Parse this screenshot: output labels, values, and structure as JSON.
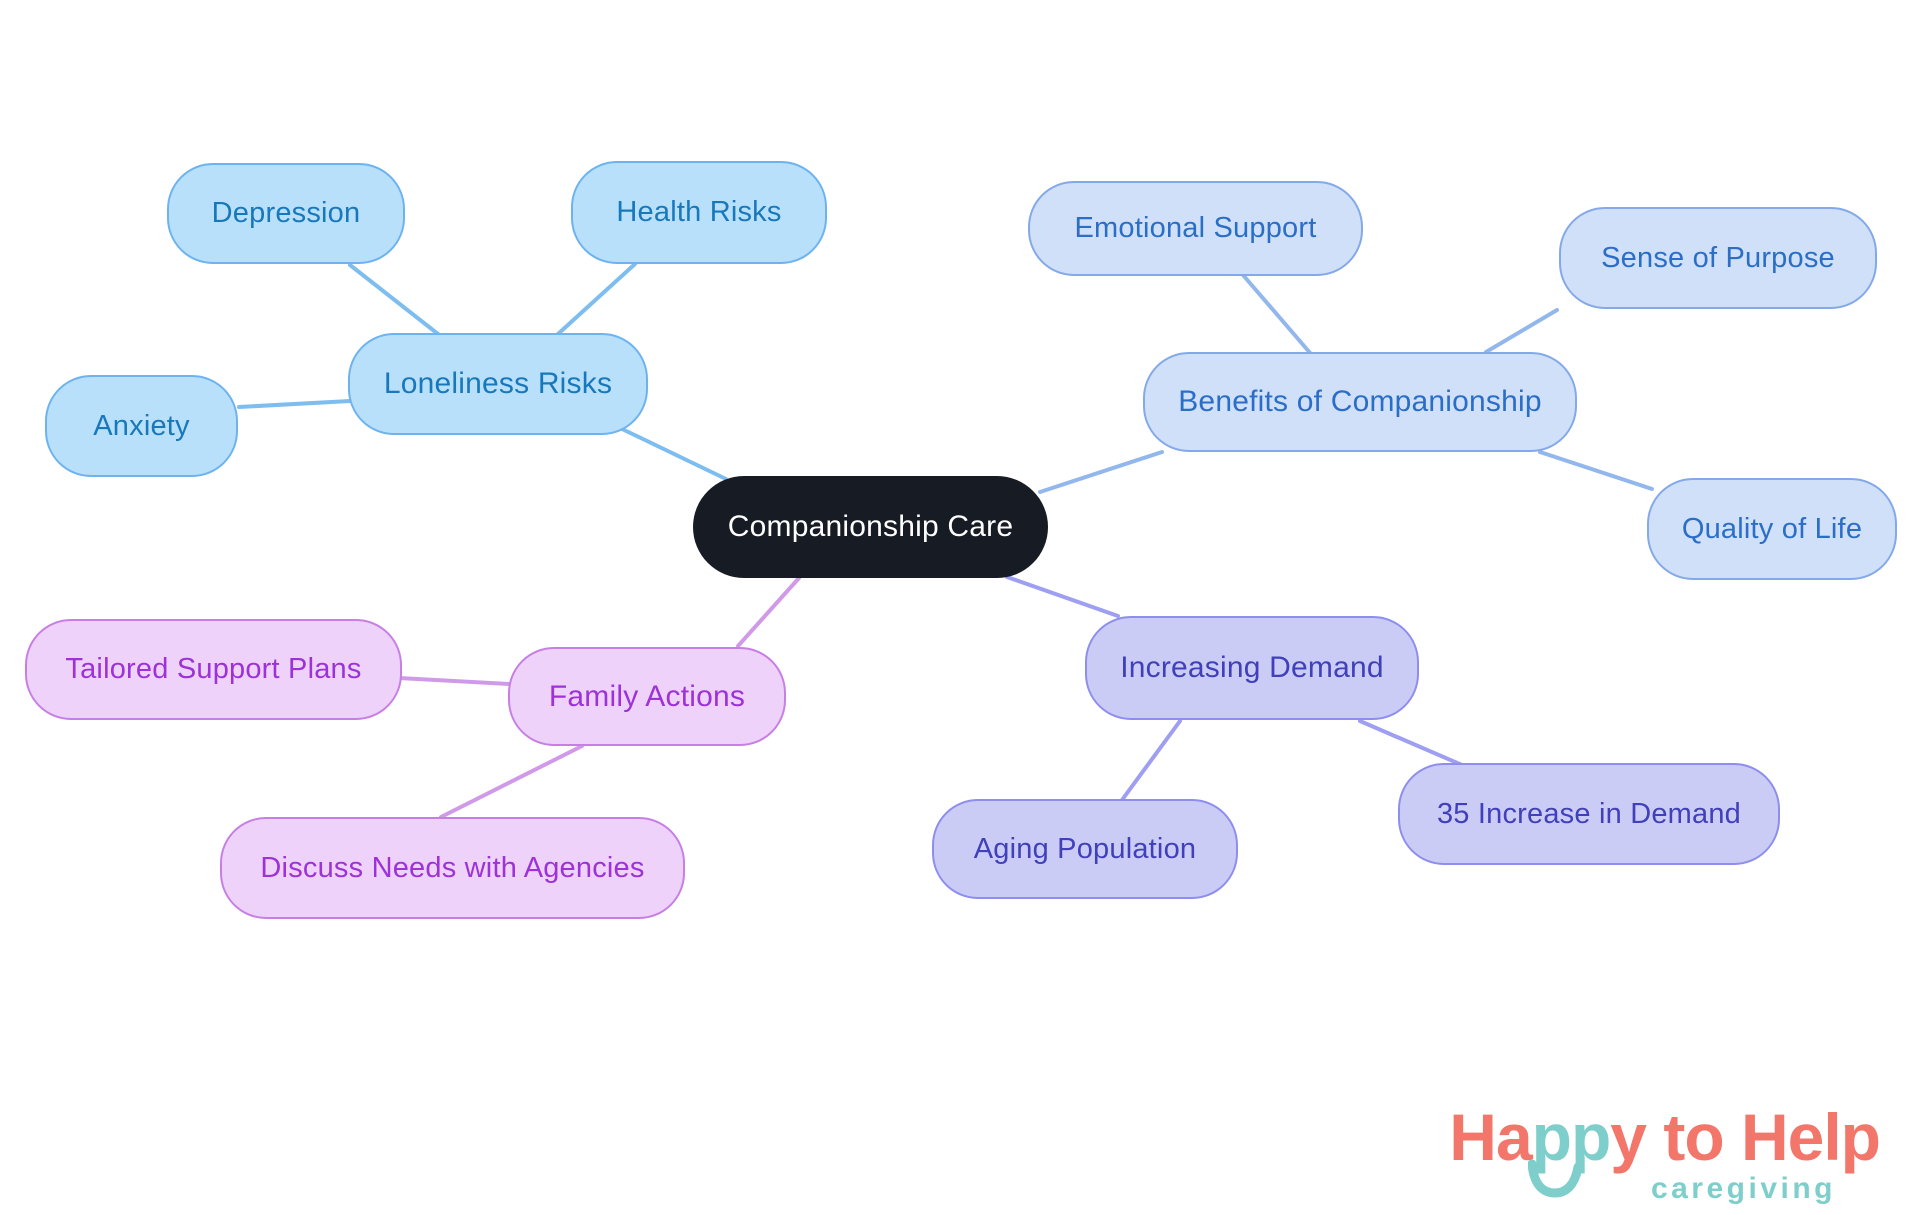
{
  "nodes": {
    "center": {
      "label": "Companionship Care"
    },
    "loneliness_risks": {
      "label": "Loneliness Risks"
    },
    "depression": {
      "label": "Depression"
    },
    "health_risks": {
      "label": "Health Risks"
    },
    "anxiety": {
      "label": "Anxiety"
    },
    "benefits_of_companionship": {
      "label": "Benefits of Companionship"
    },
    "emotional_support": {
      "label": "Emotional Support"
    },
    "sense_of_purpose": {
      "label": "Sense of Purpose"
    },
    "quality_of_life": {
      "label": "Quality of Life"
    },
    "increasing_demand": {
      "label": "Increasing Demand"
    },
    "aging_population": {
      "label": "Aging Population"
    },
    "increase_in_demand_35": {
      "label": "35 Increase in Demand"
    },
    "family_actions": {
      "label": "Family Actions"
    },
    "tailored_support_plans": {
      "label": "Tailored Support Plans"
    },
    "discuss_needs_with_agencies": {
      "label": "Discuss Needs with Agencies"
    }
  },
  "palette": {
    "center_bg": "#171b24",
    "center_text": "#ffffff",
    "loneliness": {
      "fill": "#b9e0fb",
      "border": "#6cb3ef",
      "text": "#1878bc",
      "edge": "#7dbdf0"
    },
    "benefits": {
      "fill": "#cfe0f8",
      "border": "#84a9e9",
      "text": "#2b6ec7",
      "edge": "#92b7ed"
    },
    "demand": {
      "fill": "#cbccf6",
      "border": "#8d8eee",
      "text": "#4040ba",
      "edge": "#9e9ef2"
    },
    "family": {
      "fill": "#eed2fa",
      "border": "#c77fe5",
      "text": "#9c32d8",
      "edge": "#d09ae9"
    }
  },
  "logo": {
    "part1": "Ha",
    "part2": "pp",
    "part3": "y to Help",
    "subtitle": "caregiving",
    "coral": "#f3766a",
    "teal": "#7ecfcb"
  }
}
